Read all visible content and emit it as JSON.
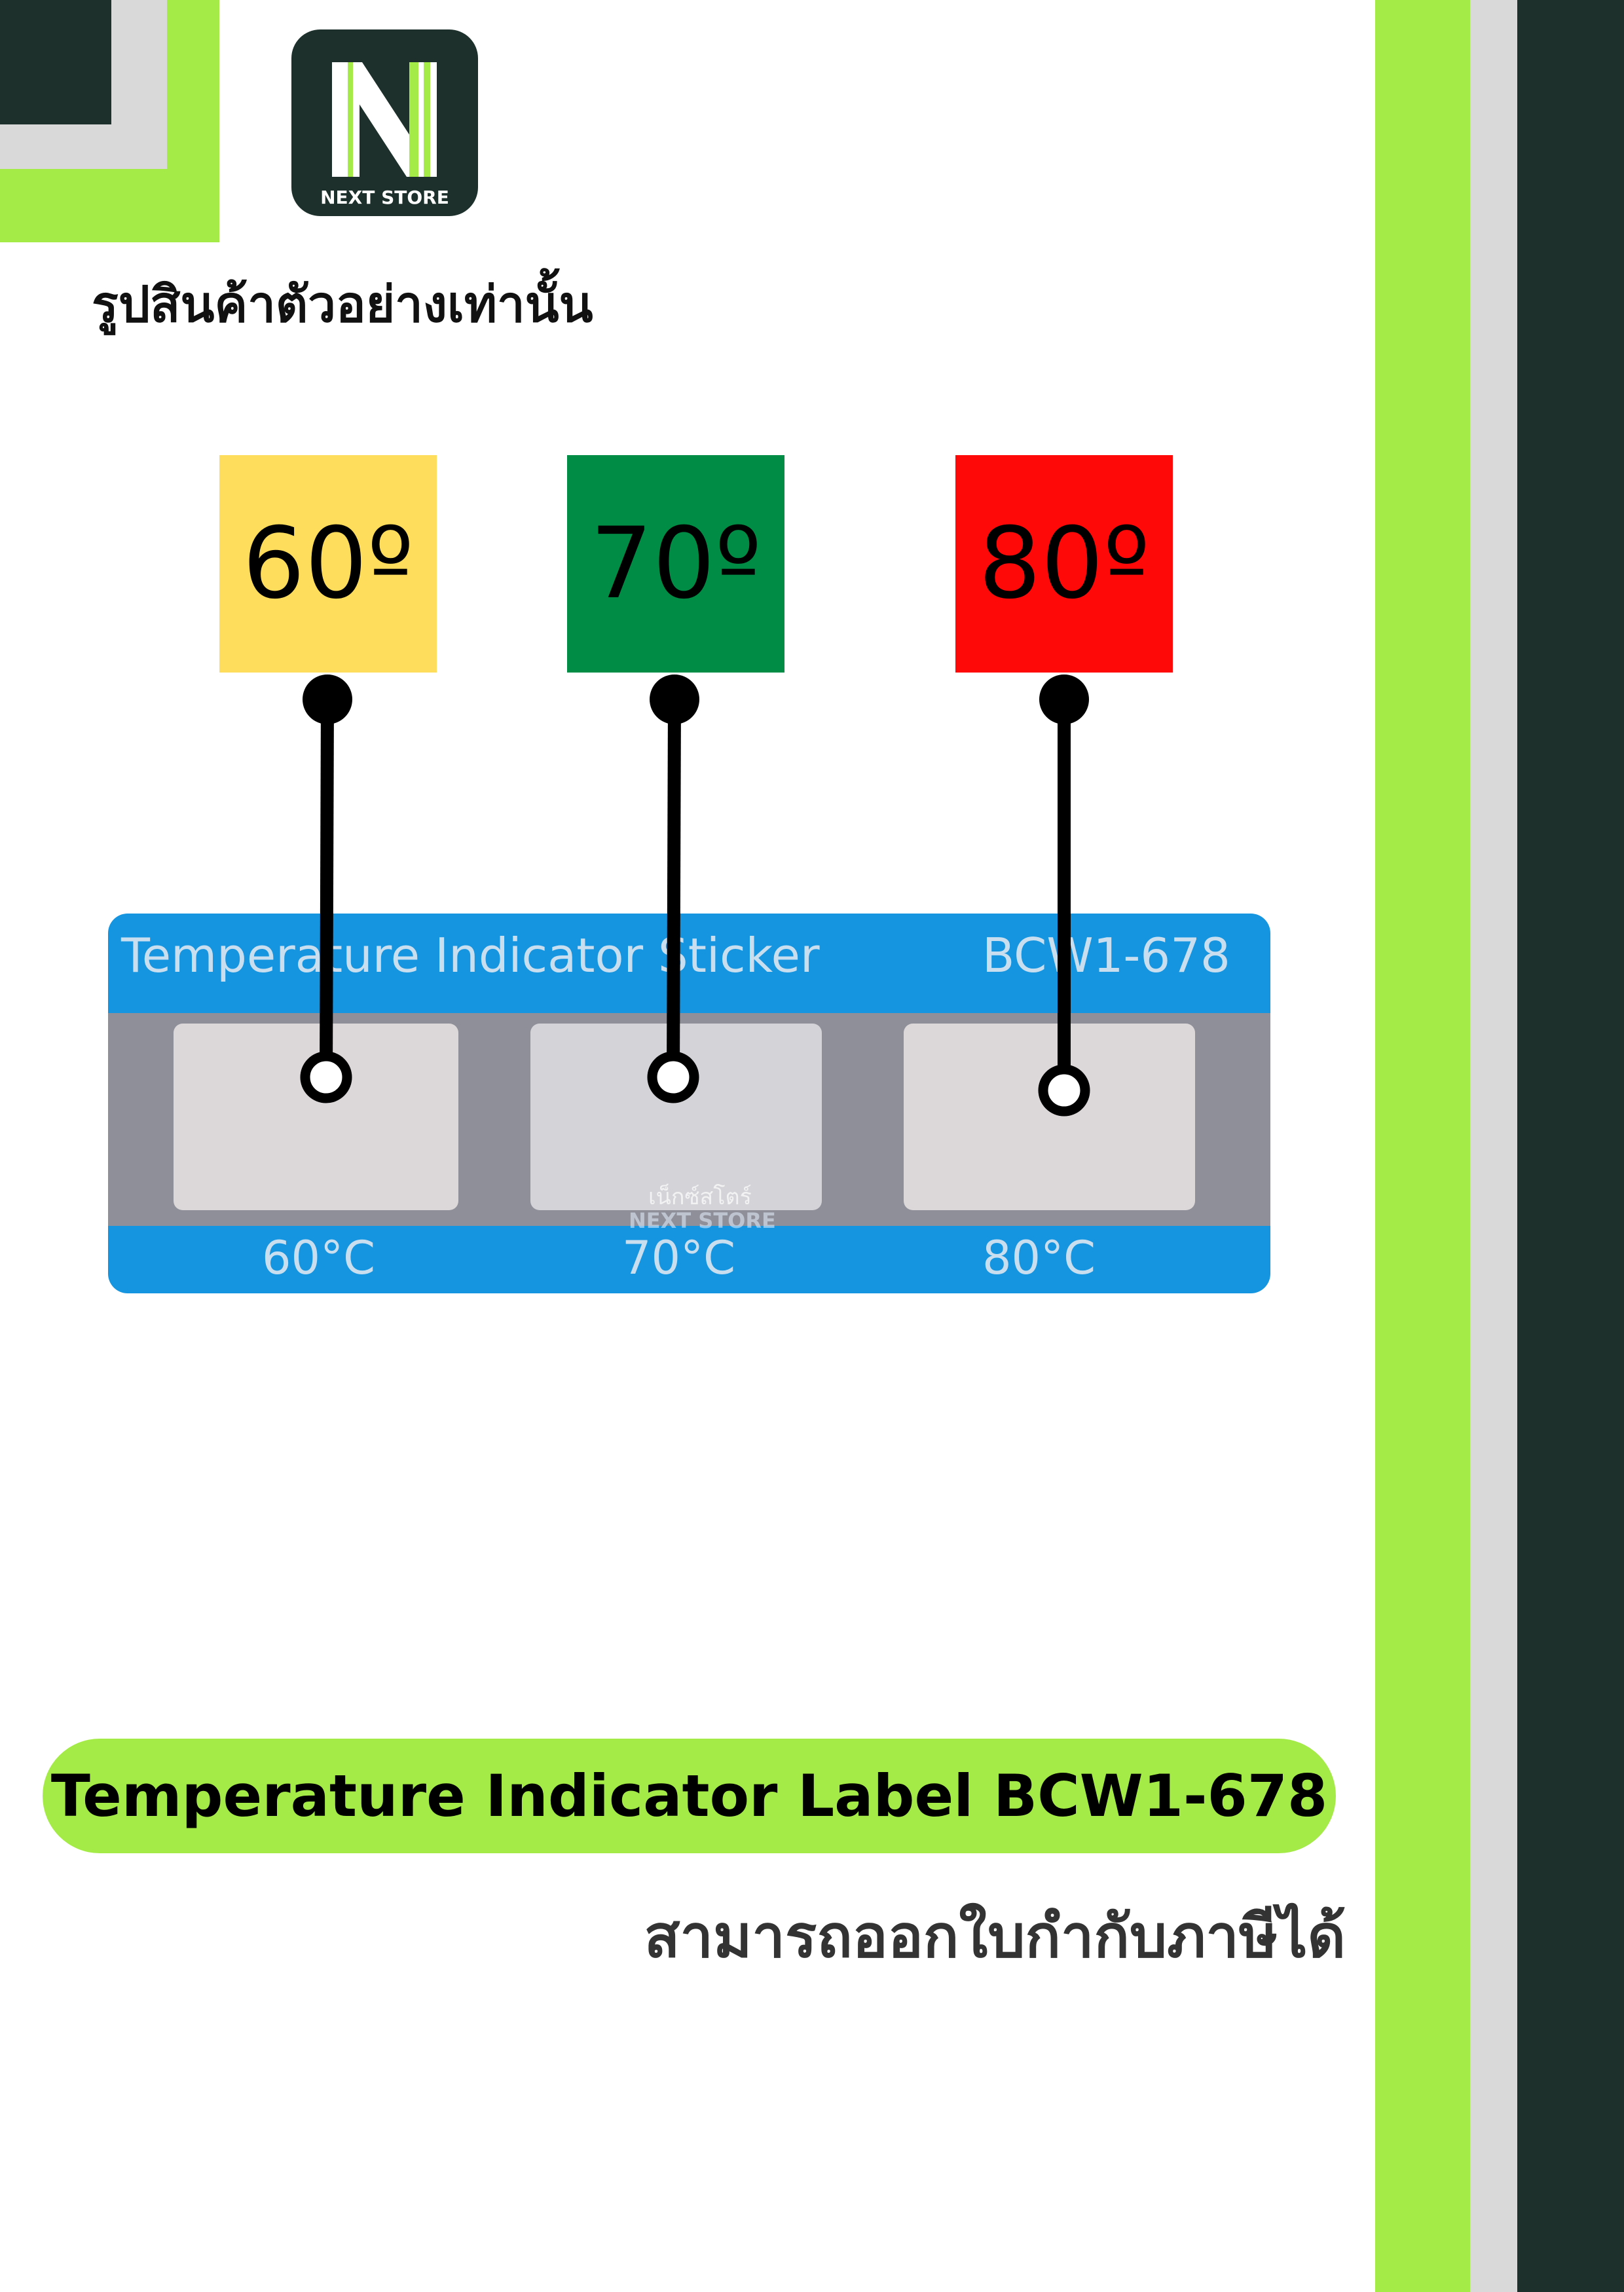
{
  "colors": {
    "lime": "#a5eb47",
    "dark": "#1d302b",
    "yellow": "#ffdd5c",
    "green": "#008c44",
    "red": "#ff0808",
    "sticker_blue": "#1595e0"
  },
  "logo": {
    "letter": "N",
    "text": "NEXT STORE"
  },
  "caption": "รูปสินค้าตัวอย่างเท่านั้น",
  "indicators": [
    {
      "label": "60º"
    },
    {
      "label": "70º"
    },
    {
      "label": "80º"
    }
  ],
  "sticker": {
    "title": "Temperature Indicator Sticker",
    "code": "BCW1-678",
    "temps": [
      "60°C",
      "70°C",
      "80°C"
    ],
    "watermark_th": "เน็กซ์สโตร์",
    "watermark_en": "NEXT STORE"
  },
  "product_title": "Temperature Indicator Label BCW1-678",
  "tax_note": "สามารถออกใบกำกับภาษีได้"
}
